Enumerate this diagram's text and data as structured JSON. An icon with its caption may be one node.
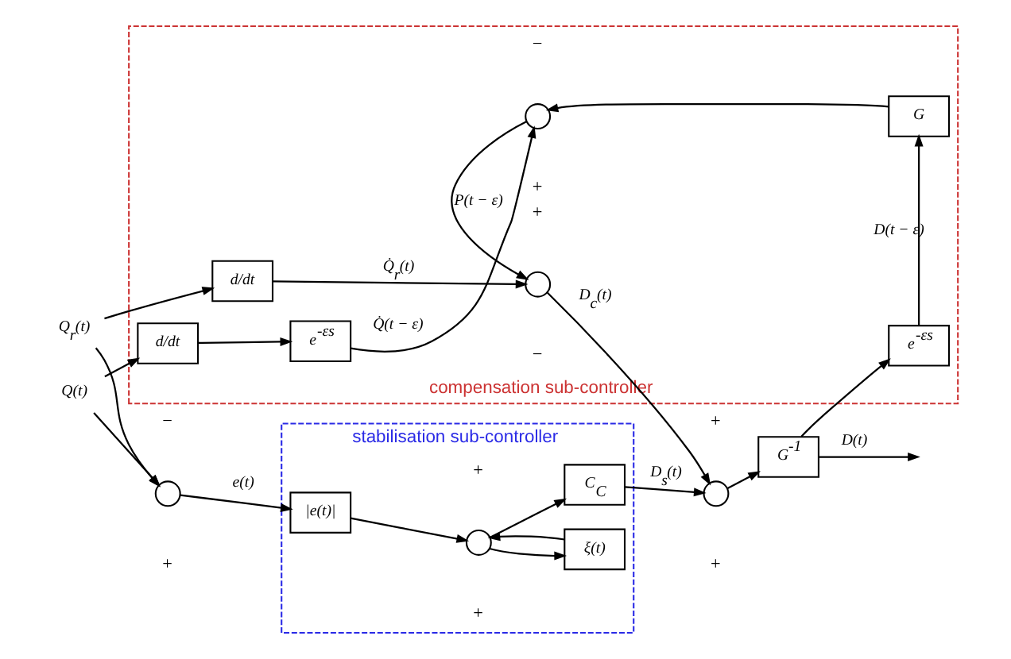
{
  "diagram": {
    "nodes": [
      {
        "text": [
          "stabilisation sub-controller"
        ]
      },
      {
        "text": [
          "Q$_{r}$(t)"
        ]
      },
      {
        "text": [
          "Q(t)"
        ]
      },
      {
        "text": [],
        "shape": "circle",
        "beside": [
          "+",
          "−"
        ]
      },
      {
        "text": [
          "|e(t)|"
        ],
        "in": 0
      },
      {
        "text": [],
        "shape": "circle",
        "in": 0,
        "beside": [
          "+",
          "+"
        ]
      },
      {
        "text": [
          "ξ(t)"
        ],
        "in": 0
      },
      {
        "text": [
          "C$_{C}$"
        ],
        "in": 0
      },
      {
        "text": [],
        "shape": "circle",
        "beside": [
          "+",
          "+"
        ]
      },
      {
        "text": [
          "G$^{-1}$"
        ]
      },
      {
        "text": [
          "compensation sub-controller"
        ]
      },
      {
        "text": [
          "d/dt"
        ],
        "in": 10
      },
      {
        "text": [
          "d/dt"
        ],
        "in": 10
      },
      {
        "text": [
          "e$^{-εs}$"
        ],
        "in": 10
      },
      {
        "text": [],
        "shape": "circle",
        "in": 10,
        "beside": [
          "+",
          "−"
        ]
      },
      {
        "text": [],
        "shape": "circle",
        "in": 10,
        "beside": [
          "−",
          "+"
        ]
      },
      {
        "text": [
          "e$^{-εs}$"
        ],
        "in": 10
      },
      {
        "text": [
          "G"
        ],
        "in": 10
      }
    ],
    "edges": [
      {
        "from": 1,
        "to": 3,
        "arrow": "to"
      },
      {
        "from": 2,
        "to": 3,
        "arrow": "to"
      },
      {
        "from": 1,
        "to": 11,
        "arrow": "to"
      },
      {
        "from": 2,
        "to": 12,
        "arrow": "to"
      },
      {
        "from": 3,
        "to": 4,
        "arrow": "to",
        "label": "e(t)"
      },
      {
        "from": 4,
        "to": 5,
        "arrow": "to"
      },
      {
        "from": 5,
        "to": 7,
        "arrow": "to"
      },
      {
        "from": 5,
        "to": 6,
        "arrow": "to"
      },
      {
        "from": 6,
        "to": 5,
        "arrow": "to"
      },
      {
        "from": 7,
        "to": 8,
        "arrow": "to",
        "label": "D$_{s}$(t)"
      },
      {
        "from": 14,
        "to": 8,
        "arrow": "to",
        "label": "D$_{c}$(t)"
      },
      {
        "from": 8,
        "to": 9,
        "arrow": "to"
      },
      {
        "from": 9,
        "to": null,
        "arrow": "to",
        "label": "D(t)"
      },
      {
        "from": 9,
        "to": 13,
        "arrow": "to"
      },
      {
        "from": 13,
        "to": 17,
        "arrow": "to",
        "label": "D(t − ε)"
      },
      {
        "from": 17,
        "to": 15,
        "arrow": "to"
      },
      {
        "from": 11,
        "to": 14,
        "arrow": "to",
        "label": "Q̇$_{r}$(t)"
      },
      {
        "from": 12,
        "to": 16,
        "arrow": "to"
      },
      {
        "from": 16,
        "to": 15,
        "arrow": "to",
        "label": "Q̇(t − ε)"
      },
      {
        "from": 15,
        "to": 14,
        "arrow": "to",
        "label": "P(t − ε)"
      }
    ]
  }
}
